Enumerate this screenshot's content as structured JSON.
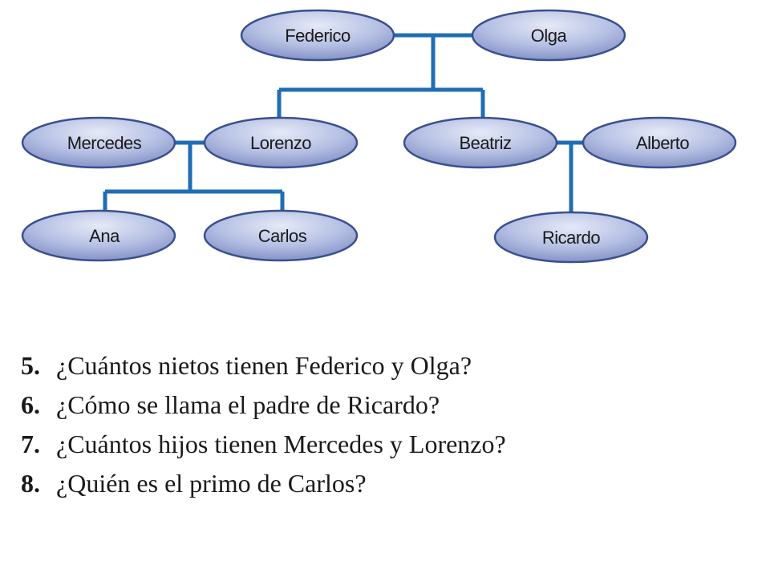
{
  "family_tree": {
    "members": {
      "federico": "Federico",
      "olga": "Olga",
      "mercedes": "Mercedes",
      "lorenzo": "Lorenzo",
      "beatriz": "Beatriz",
      "alberto": "Alberto",
      "ana": "Ana",
      "carlos": "Carlos",
      "ricardo": "Ricardo"
    },
    "couples": [
      [
        "federico",
        "olga"
      ],
      [
        "mercedes",
        "lorenzo"
      ],
      [
        "beatriz",
        "alberto"
      ]
    ],
    "parent_child": [
      {
        "parents": [
          "federico",
          "olga"
        ],
        "children": [
          "lorenzo",
          "beatriz"
        ]
      },
      {
        "parents": [
          "mercedes",
          "lorenzo"
        ],
        "children": [
          "ana",
          "carlos"
        ]
      },
      {
        "parents": [
          "beatriz",
          "alberto"
        ],
        "children": [
          "ricardo"
        ]
      }
    ],
    "colors": {
      "line": "#1f6db5",
      "node_fill_light": "#d7ddf0",
      "node_fill_dark": "#7f8fc4",
      "node_stroke": "#3a4f8f"
    }
  },
  "questions": [
    {
      "number": "5.",
      "text": "¿Cuántos nietos tienen Federico y Olga?"
    },
    {
      "number": "6.",
      "text": "¿Cómo se llama el padre de Ricardo?"
    },
    {
      "number": "7.",
      "text": "¿Cuántos hijos tienen Mercedes y Lorenzo?"
    },
    {
      "number": "8.",
      "text": "¿Quién es el primo de Carlos?"
    }
  ]
}
